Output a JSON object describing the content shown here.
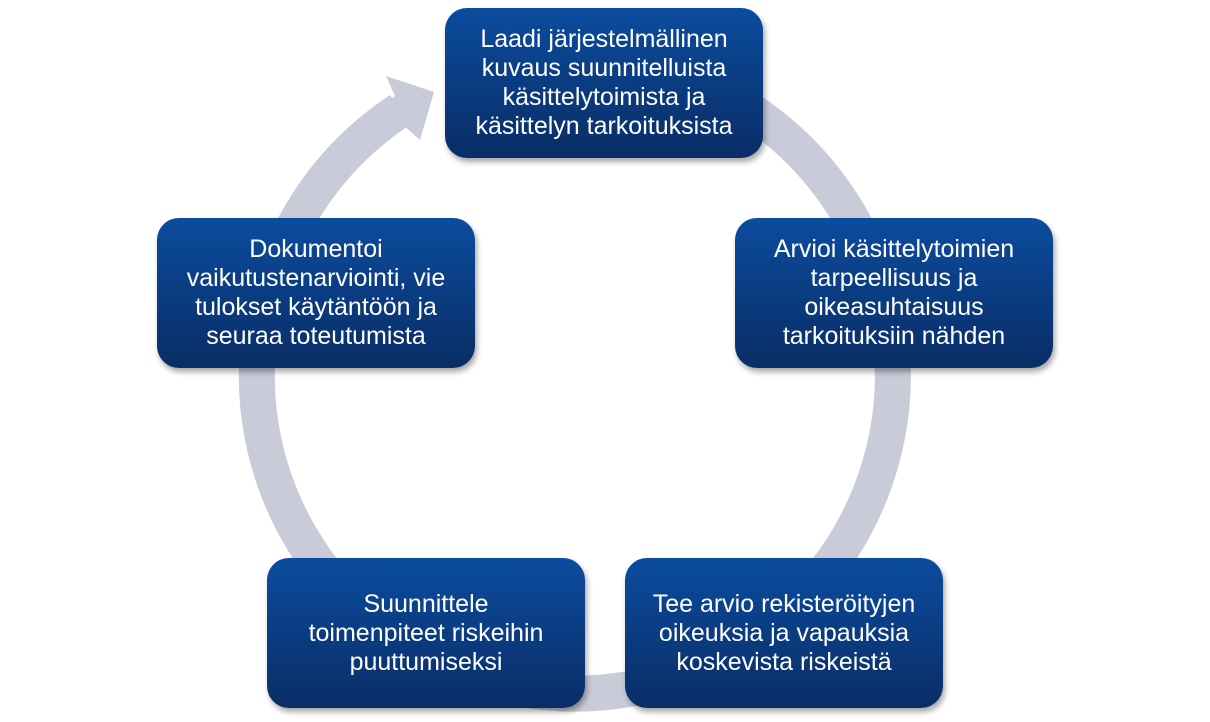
{
  "steps": [
    {
      "text": "Laadi järjestelmällinen kuvaus suunnitelluista käsittelytoimista ja käsittelyn tarkoituksista"
    },
    {
      "text": "Arvioi käsittelytoimien tarpeellisuus ja oikeasuhtaisuus tarkoituksiin nähden"
    },
    {
      "text": "Tee arvio rekisteröityjen oikeuksia ja vapauksia koskevista riskeistä"
    },
    {
      "text": "Suunnittele toimenpiteet riskeihin puuttumiseksi"
    },
    {
      "text": "Dokumentoi vaikutustenarviointi, vie tulokset käytäntöön ja seuraa toteutumista"
    }
  ],
  "colors": {
    "box": "#0b3f86",
    "ring": "#c9cbd8"
  }
}
